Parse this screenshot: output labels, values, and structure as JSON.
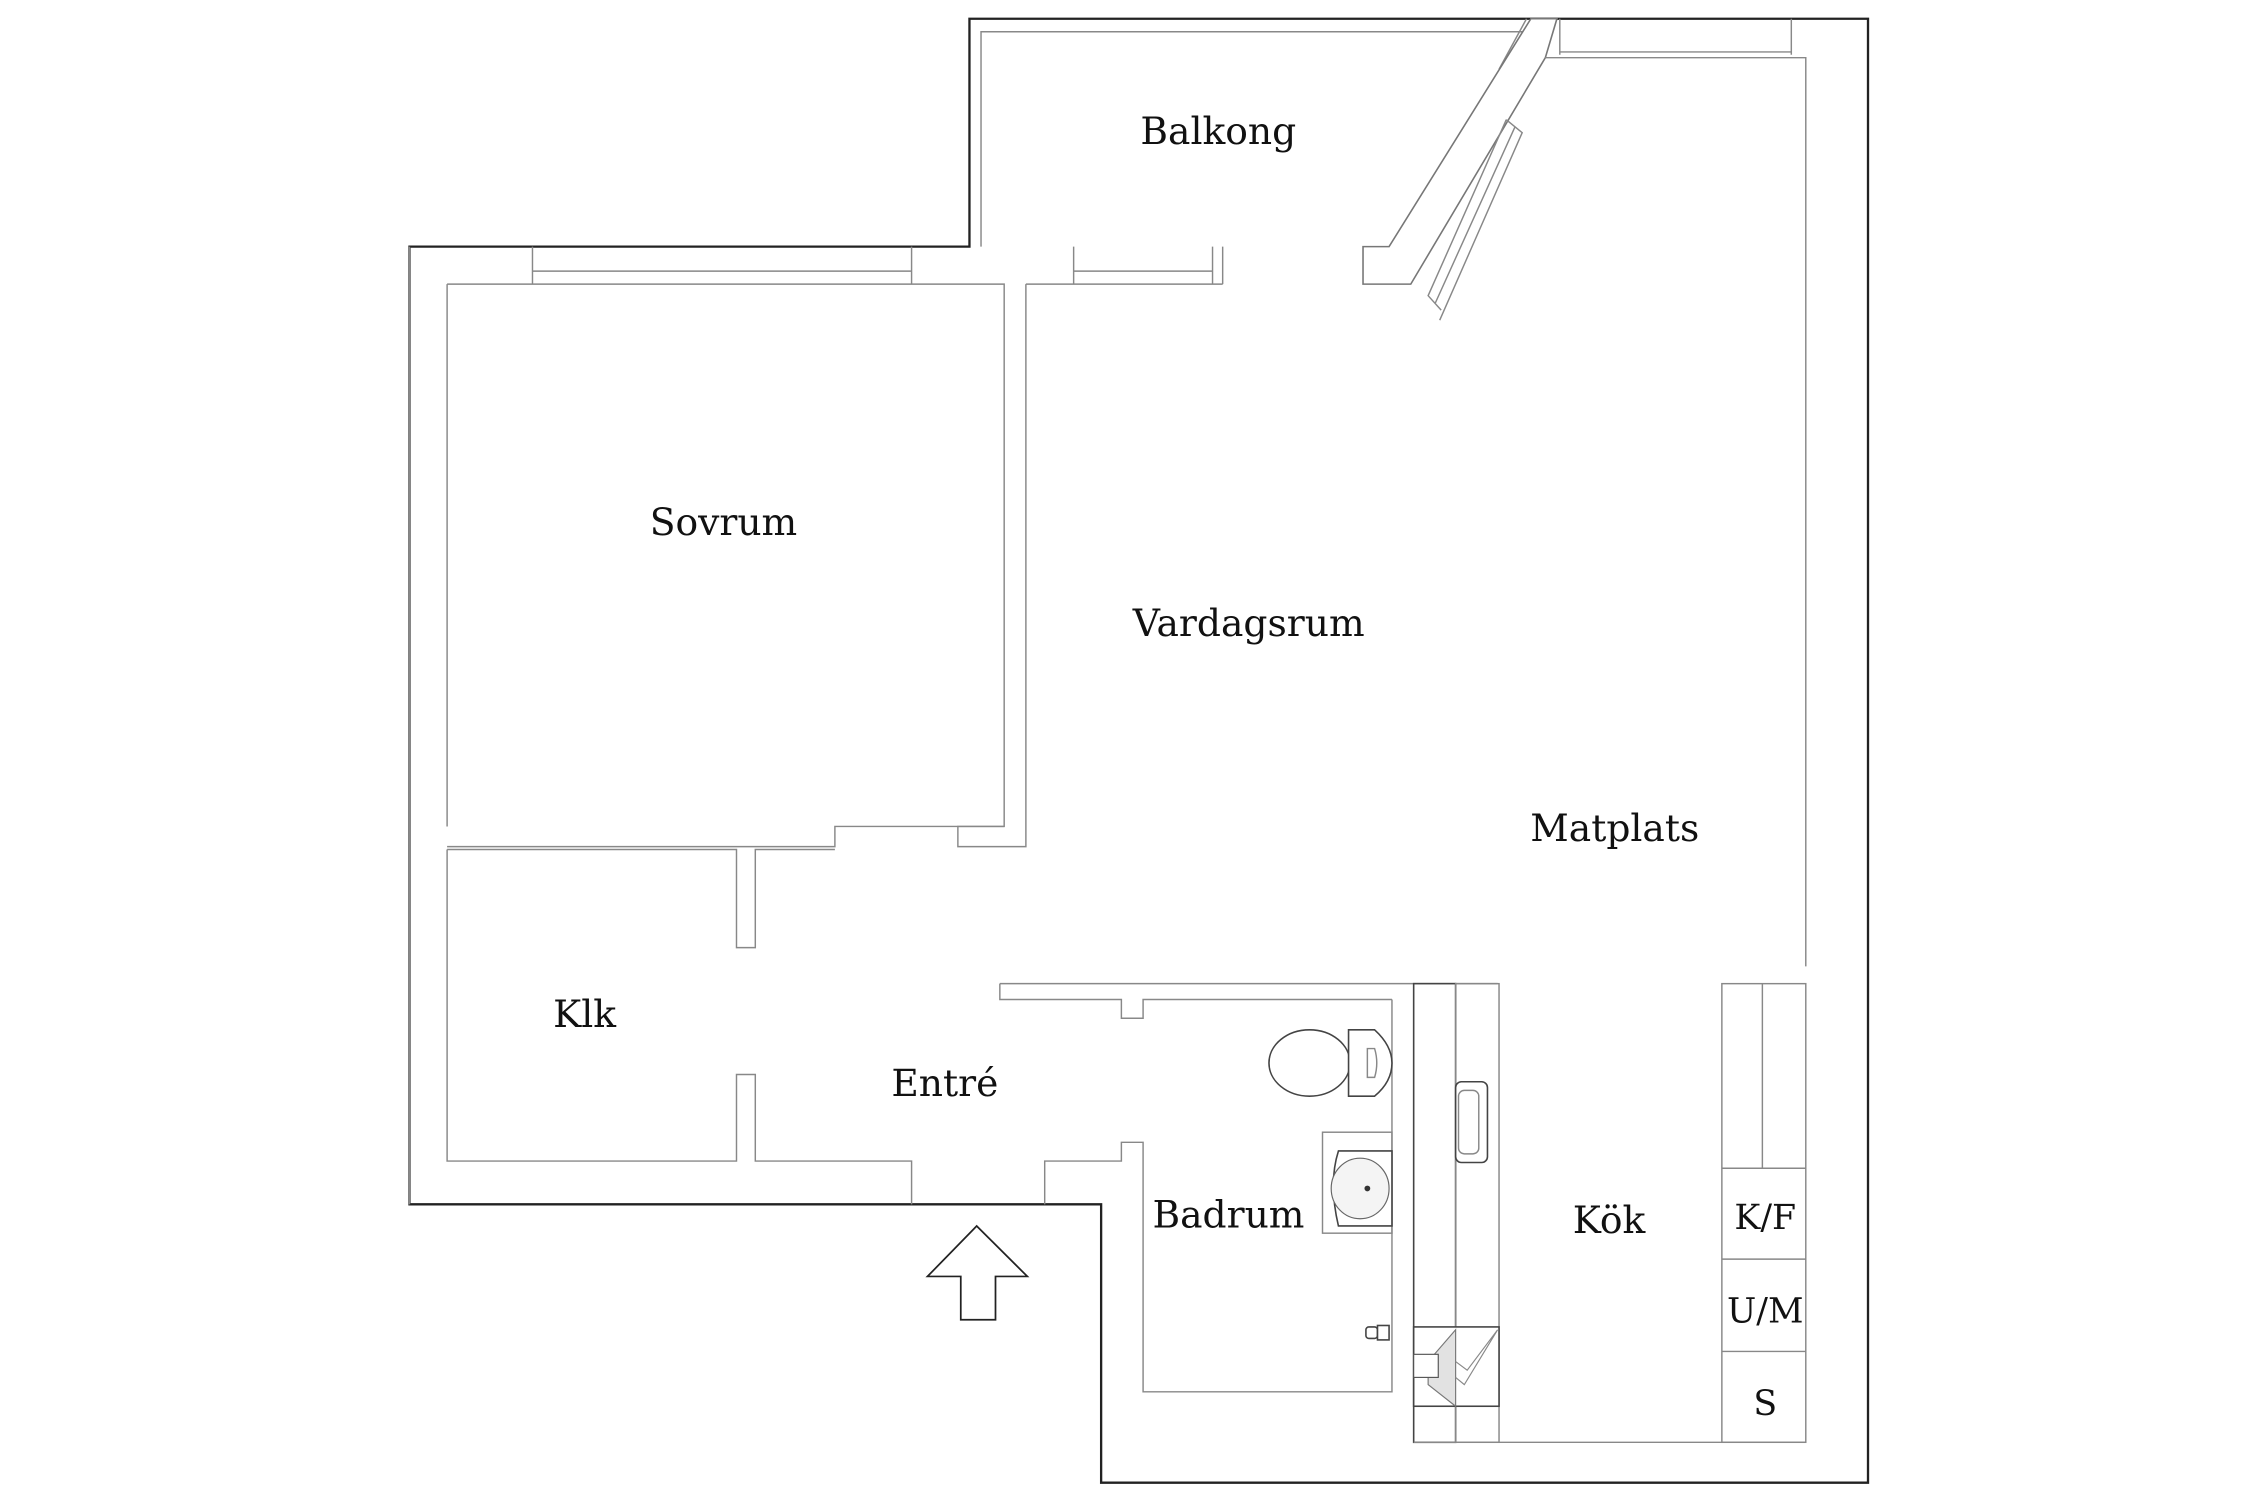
{
  "plan": {
    "rooms": {
      "balkong": "Balkong",
      "sovrum": "Sovrum",
      "vardagsrum": "Vardagsrum",
      "matplats": "Matplats",
      "klk": "Klk",
      "entre": "Entré",
      "badrum": "Badrum",
      "kok": "Kök"
    },
    "appliances": {
      "kf": "K/F",
      "um": "U/M",
      "s": "S"
    },
    "entrance_arrow": "entrance-arrow-up"
  }
}
